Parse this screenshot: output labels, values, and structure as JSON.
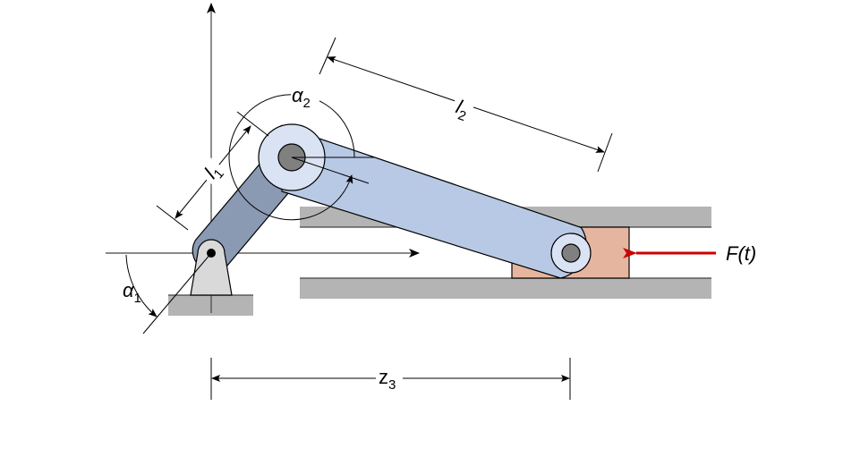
{
  "diagram": {
    "title": "Slider-crank mechanism",
    "labels": {
      "alpha1": {
        "symbol": "α",
        "sub": "1"
      },
      "alpha2": {
        "symbol": "α",
        "sub": "2"
      },
      "l1": {
        "symbol": "l",
        "sub": "1"
      },
      "l2": {
        "symbol": "l",
        "sub": "2"
      },
      "z3": {
        "symbol": "z",
        "sub": "3"
      },
      "force": "F(t)"
    },
    "colors": {
      "crank_link": "#8a9ab2",
      "connecting_rod": "#b8c9e5",
      "joint_ring": "#dae3f3",
      "pin": "#808080",
      "slider_block": "#e6b5a0",
      "rail": "#b4b4b4",
      "base_support": "#d9d9d9",
      "ground": "#b4b4b4",
      "force_arrow": "#cc0000",
      "line": "#000000"
    }
  }
}
